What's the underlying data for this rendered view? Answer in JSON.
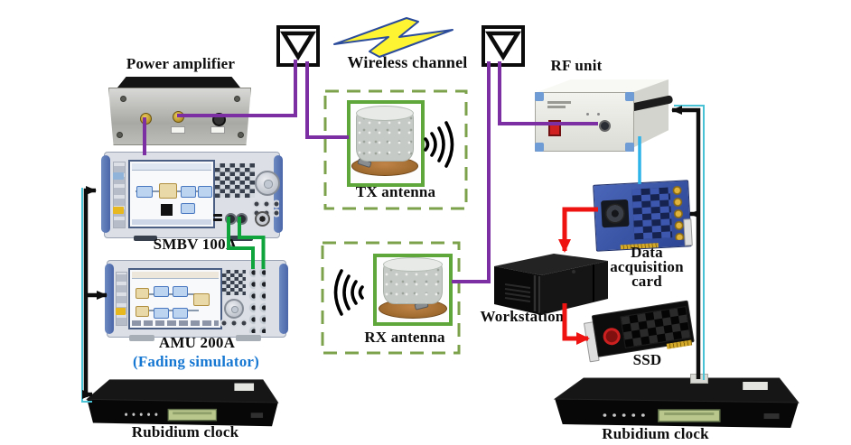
{
  "channel": {
    "label": "Wireless channel"
  },
  "devices": {
    "power_amplifier": {
      "label": "Power amplifier"
    },
    "smbv": {
      "label": "SMBV 100A"
    },
    "amu": {
      "label": "AMU 200A",
      "sublabel": "(Fading simulator)"
    },
    "rubidium_left": {
      "label": "Rubidium clock"
    },
    "rubidium_right": {
      "label": "Rubidium clock"
    },
    "tx_antenna": {
      "label": "TX antenna"
    },
    "rx_antenna": {
      "label": "RX antenna"
    },
    "rf_unit": {
      "label": "RF unit"
    },
    "daq_card": {
      "label": "Data acquisition card"
    },
    "workstation": {
      "label": "Workstation"
    },
    "ssd": {
      "label": "SSD"
    }
  },
  "colors": {
    "wire_purple": "#7b2fa3",
    "wire_green": "#10a43c",
    "wire_cyan": "#2fb4e9",
    "wire_red": "#ee1310",
    "wire_black": "#0d0d0d",
    "wire_cyan_edge": "#49c2d6",
    "dashed_green": "#7ca24b",
    "frame_green": "#5fa63b",
    "fading_blue": "#1677d2",
    "lightning_fill": "#fff431",
    "lightning_stroke": "#2b4b9b"
  }
}
